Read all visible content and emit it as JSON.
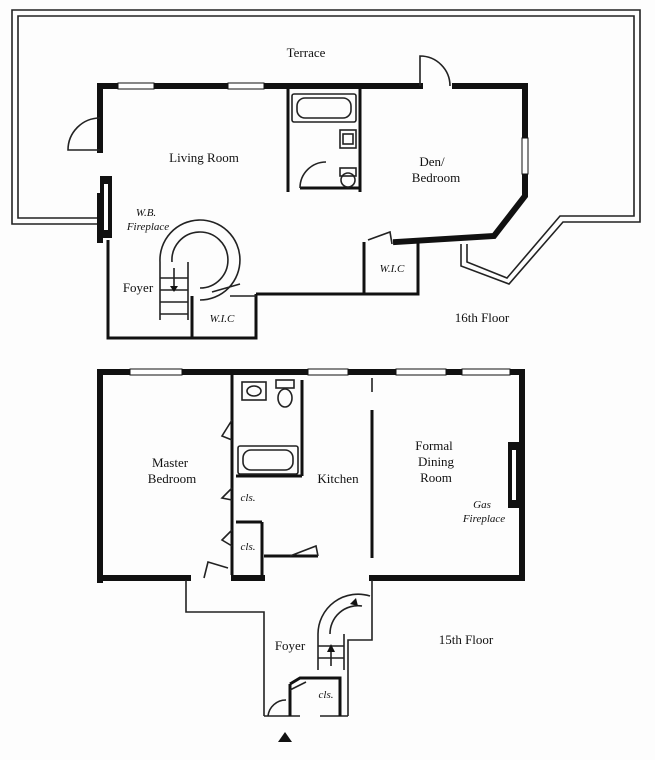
{
  "floor16": {
    "terrace": "Terrace",
    "living_room": "Living Room",
    "den_line1": "Den/",
    "den_line2": "Bedroom",
    "wb_fireplace_line1": "W.B.",
    "wb_fireplace_line2": "Fireplace",
    "foyer": "Foyer",
    "wic_left": "W.I.C",
    "wic_right": "W.I.C",
    "floor_label": "16th Floor"
  },
  "floor15": {
    "master_line1": "Master",
    "master_line2": "Bedroom",
    "kitchen": "Kitchen",
    "dining_line1": "Formal",
    "dining_line2": "Dining",
    "dining_line3": "Room",
    "gas_line1": "Gas",
    "gas_line2": "Fireplace",
    "cls_upper": "cls.",
    "cls_lower": "cls.",
    "cls_foyer": "cls.",
    "foyer": "Foyer",
    "floor_label": "15th Floor"
  }
}
